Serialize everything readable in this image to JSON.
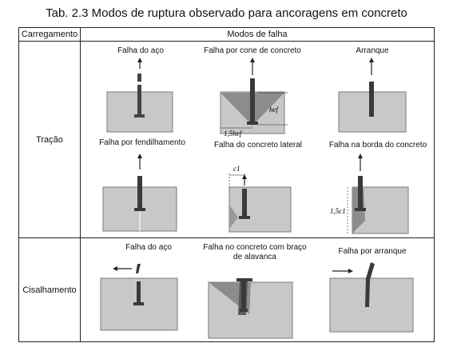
{
  "caption": "Tab. 2.3 Modos de ruptura observado para ancoragens em concreto",
  "table": {
    "col_load": "Carregamento",
    "col_modes": "Modos de falha"
  },
  "rows": [
    {
      "load": "Tração",
      "modes": [
        {
          "label": "Falha do aço"
        },
        {
          "label": "Falha por cone de concreto",
          "annot_h": "hef",
          "annot_w": "1,5hef"
        },
        {
          "label": "Arranque"
        },
        {
          "label": "Falha por fendilhamento"
        },
        {
          "label": "Falha do concreto lateral",
          "annot": "c1"
        },
        {
          "label": "Falha na borda do concreto",
          "annot": "1,5c1"
        }
      ]
    },
    {
      "load": "Cisalhamento",
      "modes": [
        {
          "label": "Falha do aço"
        },
        {
          "label": "Falha no concreto com braço de alavanca"
        },
        {
          "label": "Falha por arranque"
        }
      ]
    }
  ],
  "colors": {
    "concrete": "#c8c8c8",
    "concrete_edge": "#7a7a7a",
    "anchor": "#444444",
    "cone": "#8c8c8c"
  }
}
